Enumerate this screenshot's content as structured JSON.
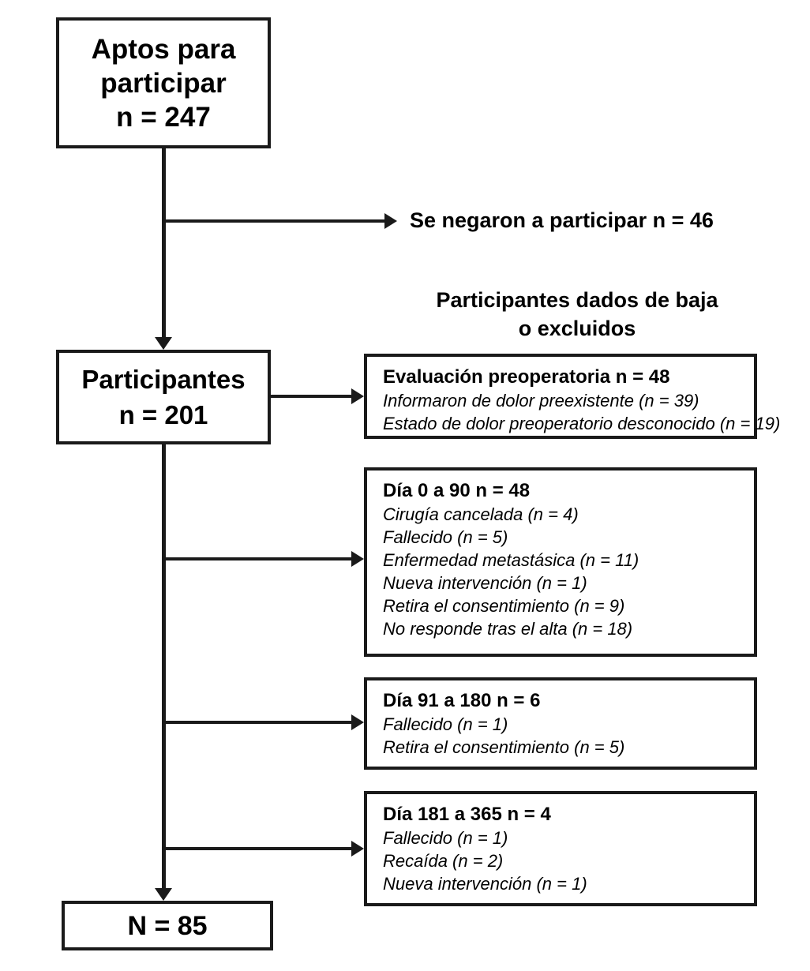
{
  "diagram": {
    "title": "Diagrama de flujo de participantes del estudio",
    "language": "es",
    "line_color": "#1a1a1a",
    "background_color": "#ffffff"
  },
  "nodes": {
    "eligible": {
      "line1": "Aptos para",
      "line2": "participar",
      "line3": "n = 247"
    },
    "refused": {
      "label": "Se negaron a participar n = 46"
    },
    "excluded_heading": {
      "line1": "Participantes dados de baja",
      "line2": "o excluidos"
    },
    "participants": {
      "line1": "Participantes",
      "line2": "n = 201"
    },
    "final": {
      "label": "N = 85"
    }
  },
  "exclusion_boxes": [
    {
      "id": "preop",
      "title": "Evaluación preoperatoria n = 48",
      "items": [
        "Informaron de dolor preexistente (n = 39)",
        "Estado de dolor preoperatorio desconocido (n = 19)"
      ]
    },
    {
      "id": "day0-90",
      "title": "Día 0 a 90 n = 48",
      "items": [
        "Cirugía cancelada (n = 4)",
        "Fallecido (n = 5)",
        "Enfermedad metastásica (n = 11)",
        "Nueva intervención (n = 1)",
        "Retira el consentimiento (n = 9)",
        "No responde tras el alta (n = 18)"
      ]
    },
    {
      "id": "day91-180",
      "title": "Día 91 a 180 n = 6",
      "items": [
        "Fallecido (n = 1)",
        "Retira el consentimiento (n = 5)"
      ]
    },
    {
      "id": "day181-365",
      "title": "Día 181 a 365 n = 4",
      "items": [
        "Fallecido (n = 1)",
        "Recaída (n = 2)",
        "Nueva intervención (n = 1)"
      ]
    }
  ]
}
